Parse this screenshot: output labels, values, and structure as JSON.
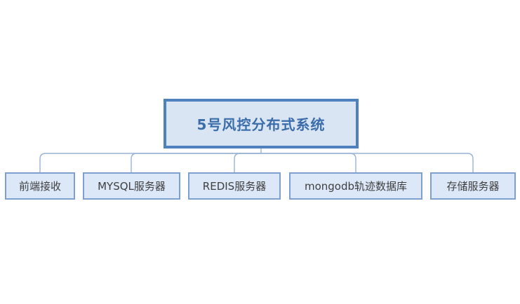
{
  "diagram": {
    "title": "5号风控分布式系统",
    "root": {
      "label": "5号风控分布式系统"
    },
    "children": [
      {
        "label": "前端接收"
      },
      {
        "label": "MYSQL服务器"
      },
      {
        "label": "REDIS服务器"
      },
      {
        "label": "mongodb轨迹数据库"
      },
      {
        "label": "存储服务器"
      }
    ],
    "colors": {
      "background": "#ffffff",
      "root_fill": "#dae5f4",
      "root_border": "#4e81bd",
      "root_text": "#3a6daa",
      "child_fill": "#dce8f8",
      "child_border": "#7da0cf",
      "child_text": "#3f3f3f",
      "connector": "#9ab3d5"
    }
  }
}
